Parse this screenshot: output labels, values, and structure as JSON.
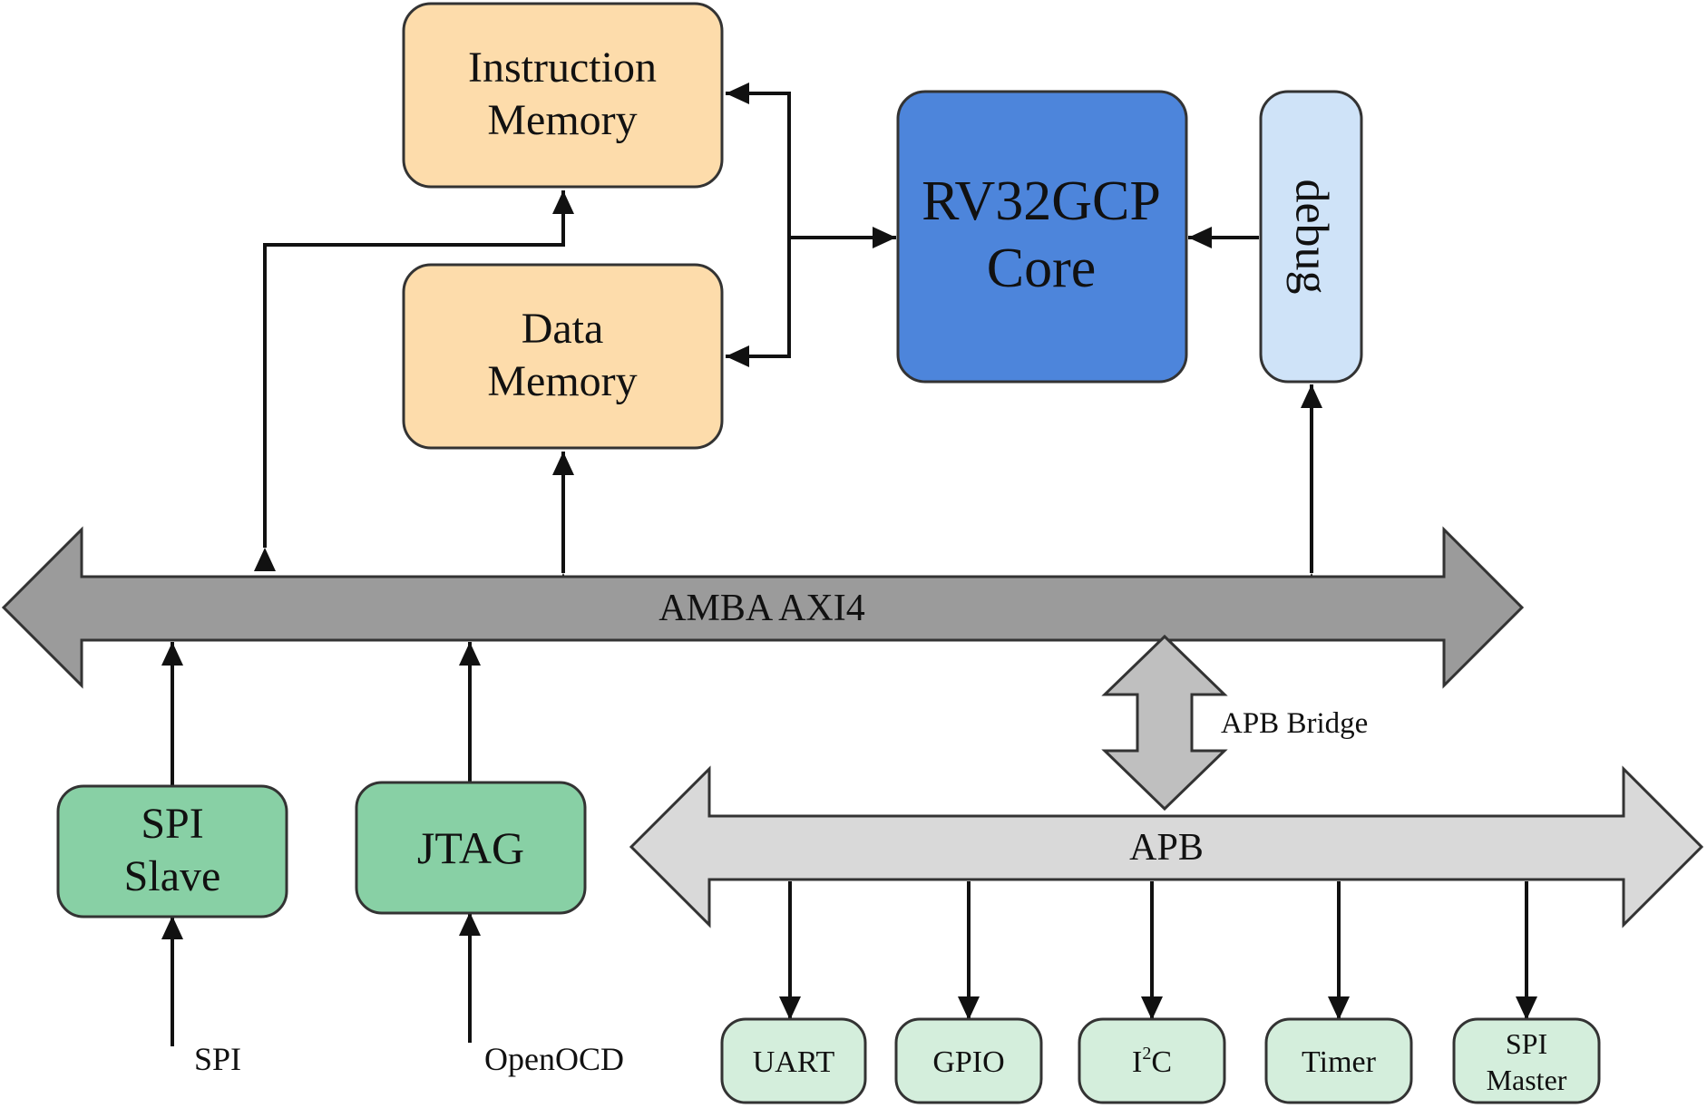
{
  "blocks": {
    "instruction_memory": {
      "line1": "Instruction",
      "line2": "Memory"
    },
    "data_memory": {
      "line1": "Data",
      "line2": "Memory"
    },
    "core": {
      "line1": "RV32GCP",
      "line2": "Core"
    },
    "debug": {
      "label": "debug"
    },
    "spi_slave": {
      "line1": "SPI",
      "line2": "Slave"
    },
    "jtag": {
      "label": "JTAG"
    }
  },
  "buses": {
    "axi": {
      "label": "AMBA AXI4"
    },
    "apb": {
      "label": "APB"
    },
    "bridge": {
      "label": "APB Bridge"
    }
  },
  "inputs": {
    "spi": "SPI",
    "openocd": "OpenOCD"
  },
  "peripherals": {
    "uart": "UART",
    "gpio": "GPIO",
    "i2c_base": "I",
    "i2c_sup": "2",
    "i2c_tail": "C",
    "timer": "Timer",
    "spi_master_line1": "SPI",
    "spi_master_line2": "Master"
  },
  "colors": {
    "memory_fill": "#fddcab",
    "core_fill": "#4d85db",
    "debug_fill": "#cfe3f8",
    "interface_fill": "#88d0a5",
    "peripheral_fill": "#d4eedc",
    "axi_fill": "#9b9b9b",
    "apb_fill": "#d9d9d9",
    "stroke": "#333333"
  }
}
